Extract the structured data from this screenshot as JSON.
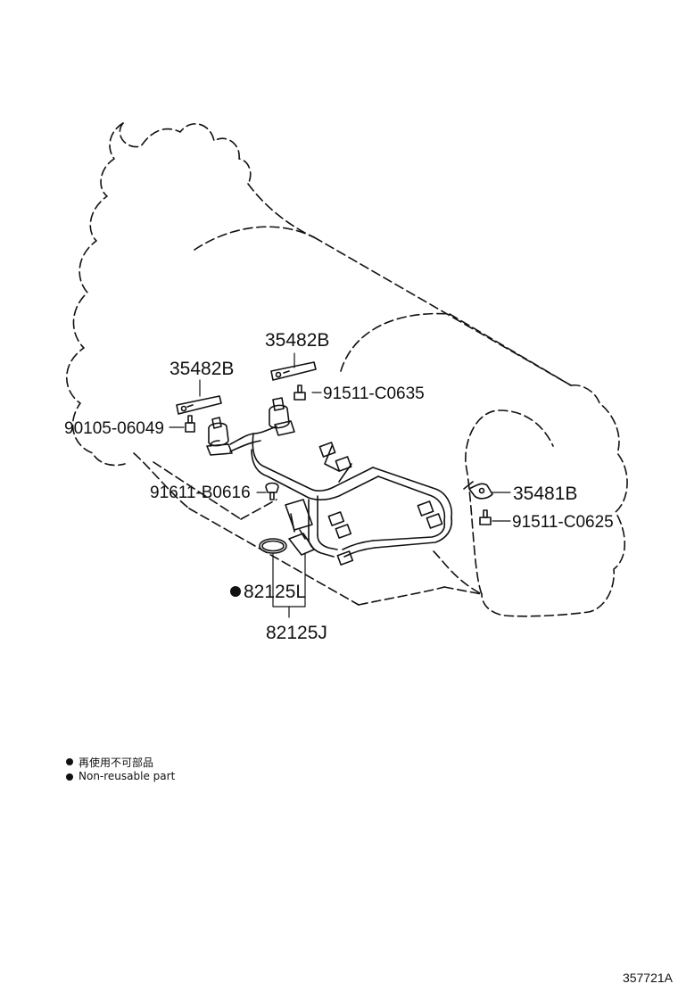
{
  "parts": {
    "bracket_upper": "35482B",
    "bracket_left": "35482B",
    "bolt_upper": "91511-C0635",
    "bolt_left": "90105-06049",
    "clamp_bolt": "91611-B0616",
    "bracket_right": "35481B",
    "bolt_right": "91511-C0625",
    "oring": "82125L",
    "harness": "82125J"
  },
  "legend": {
    "items": [
      {
        "text": "再使用不可部品"
      },
      {
        "text": "Non-reusable part"
      }
    ]
  },
  "reference_code": "357721A"
}
